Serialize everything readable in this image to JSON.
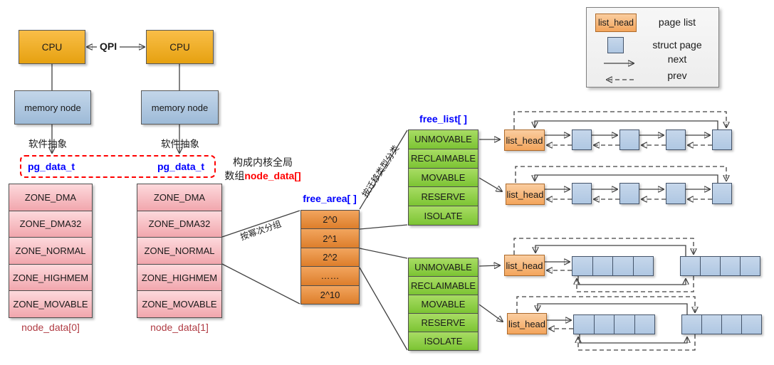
{
  "colors": {
    "line": "#404040",
    "box_border": "#595959",
    "cell_border": "#4D4D4D",
    "cpu_light": "#F9BE48",
    "cpu_dark": "#E6A110",
    "mem_light": "#C3D6EA",
    "mem_dark": "#9DBAD7",
    "zone_light": "#FDD9DC",
    "zone_dark": "#F1A6AD",
    "fa_light": "#F2A55E",
    "fa_dark": "#DD7E2B",
    "green_light": "#A8DC64",
    "green_dark": "#7CC433",
    "lh_light": "#FACD9F",
    "lh_dark": "#F3A55C",
    "lh_border": "#AD6A2B",
    "sq_light": "#C6D7EB",
    "sq_fill": "#AFC7E2",
    "sq_border": "#44546A",
    "legend_bg": "#EDEDED",
    "legend_border": "#808080",
    "blue_text": "#0000FF",
    "red_text": "#FF0000",
    "caption_red": "#B03B43"
  },
  "top": {
    "cpu_label": "CPU",
    "qpi_label": "QPI",
    "memory_node_label": "memory node",
    "abstraction_label": "软件抽象",
    "pg_data_label": "pg_data_t"
  },
  "annotation": {
    "line1": "构成内核全局",
    "line2_prefix": "数组",
    "line2_highlight": "node_data[]"
  },
  "zone_rows": [
    "ZONE_DMA",
    "ZONE_DMA32",
    "ZONE_NORMAL",
    "ZONE_HIGHMEM",
    "ZONE_MOVABLE"
  ],
  "node_captions": [
    "node_data[0]",
    "node_data[1]"
  ],
  "free_area": {
    "title": "free_area[ ]",
    "cells": [
      "2^0",
      "2^1",
      "2^2",
      "……",
      "2^10"
    ],
    "group_label": "按幂次分组",
    "classify_label": "按迁移类型分类"
  },
  "free_list": {
    "title": "free_list[ ]",
    "cells": [
      "UNMOVABLE",
      "RECLAIMABLE",
      "MOVABLE",
      "RESERVE",
      "ISOLATE"
    ]
  },
  "list_head_label": "list_head",
  "legend": {
    "page_list": "page list",
    "struct_page": "struct page",
    "next": "next",
    "prev": "prev"
  }
}
